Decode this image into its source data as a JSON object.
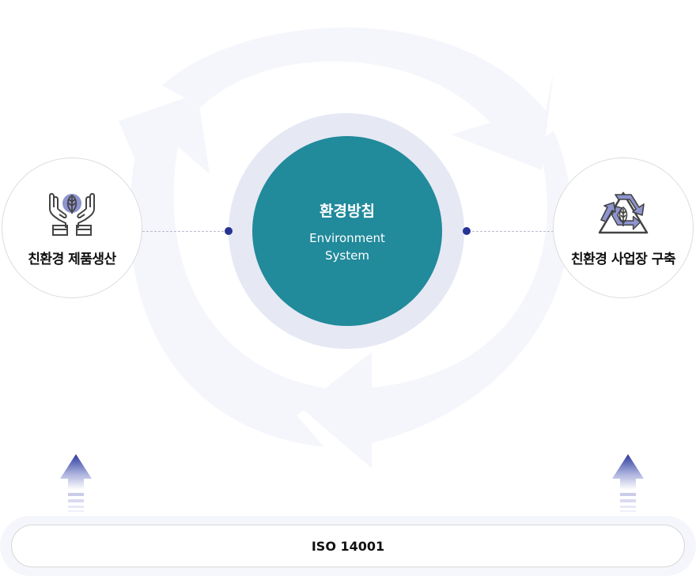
{
  "center": {
    "title": "환경방침",
    "subtitle_line1": "Environment",
    "subtitle_line2": "System"
  },
  "left_node": {
    "label": "친환경 제품생산",
    "icon": "hands-leaf-icon"
  },
  "right_node": {
    "label": "친환경 사업장 구축",
    "icon": "recycle-leaf-icon"
  },
  "base": {
    "label": "ISO 14001"
  },
  "colors": {
    "core": "#218a9b",
    "core_ring": "#e6e8f4",
    "cycle_arrows": "#f5f6fb",
    "dot": "#263394",
    "icon_accent": "#8e94cf",
    "arrow_top": "#2a3a9e"
  }
}
